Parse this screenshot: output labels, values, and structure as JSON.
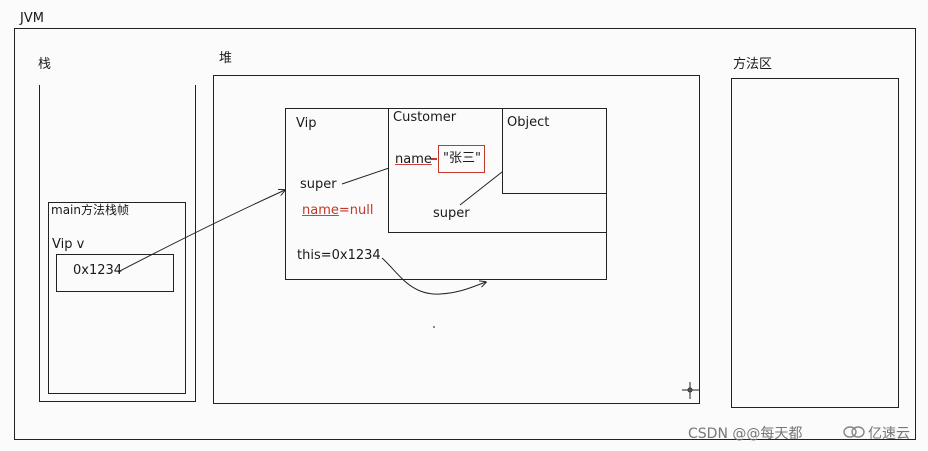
{
  "diagram": {
    "jvm_label": "JVM",
    "stack": {
      "label": "栈",
      "frame_label": "main方法栈帧",
      "var_label": "Vip v",
      "var_value": "0x1234"
    },
    "heap": {
      "label": "堆",
      "vip": {
        "title": "Vip",
        "super_label": "super",
        "name_field_key": "name",
        "name_field_value": "=null",
        "this_label": "this=0x1234"
      },
      "customer": {
        "title": "Customer",
        "name_key": "name",
        "name_value": "\"张三\"",
        "super_label": "super"
      },
      "object": {
        "title": "Object"
      }
    },
    "method_area": {
      "label": "方法区"
    }
  },
  "watermark": {
    "left": "CSDN @@每天都",
    "right": "亿速云"
  },
  "colors": {
    "line": "#222222",
    "highlight": "#c0392b",
    "background": "#fbfbfb"
  }
}
